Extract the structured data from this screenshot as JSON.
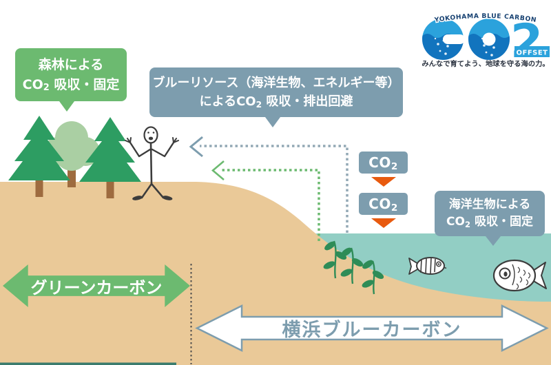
{
  "logo": {
    "arc_text": "YOKOHAMA BLUE CARBON",
    "offset": "OFFSET",
    "tagline": "みんなで育てよう、地球を守る海の力。"
  },
  "bubbles": {
    "forest": {
      "line1": "森林による",
      "co2_pre": "CO",
      "co2_sub": "2",
      "co2_post": " 吸収・固定"
    },
    "blue_resource": {
      "line1": "ブルーリソース（海洋生物、エネルギー等）",
      "co2_pre": "によるCO",
      "co2_sub": "2",
      "co2_post": " 吸収・排出回避"
    },
    "marine": {
      "line1": "海洋生物による",
      "co2_pre": "CO",
      "co2_sub": "2",
      "co2_post": " 吸収・固定"
    }
  },
  "co2_badge": {
    "pre": "CO",
    "sub": "2"
  },
  "arrows": {
    "green_label": "グリーンカーボン",
    "blue_label": "横浜ブルーカーボン"
  },
  "colors": {
    "green": "#6cba70",
    "slate_blue": "#7d9dae",
    "sand": "#eac998",
    "water": "#92cec4",
    "orange": "#e85a0f",
    "conifer_green": "#2d9d62",
    "broadleaf_green": "#aacfa3",
    "trunk_brown": "#9e6b3f",
    "seaweed_green": "#2e8c57",
    "logo_light_blue": "#2ba2dc",
    "logo_dark_blue": "#1274be",
    "logo_navy": "#184272",
    "bottom_strip_teal": "#3a7c6e"
  }
}
